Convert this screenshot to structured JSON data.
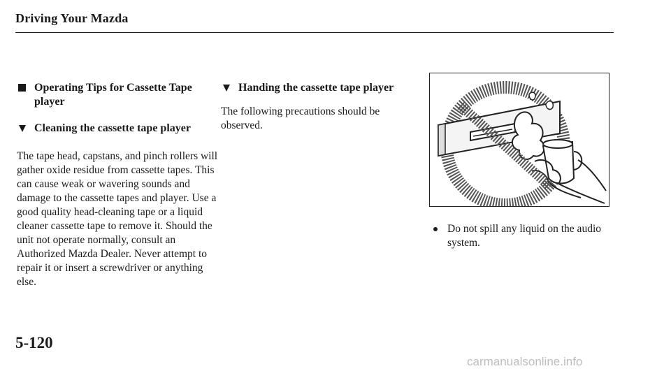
{
  "header": {
    "title": "Driving Your Mazda"
  },
  "column1": {
    "section_heading": "Operating Tips for Cassette Tape player",
    "subheading": "Cleaning the cassette tape player",
    "body": "The tape head, capstans, and pinch rollers will gather oxide residue from cassette tapes. This can cause weak or wavering sounds and damage to the cassette tapes and player. Use a good quality head-cleaning tape or a liquid cleaner cassette tape to remove it. Should the unit not operate normally, consult an Authorized Mazda Dealer. Never attempt to repair it or insert a screwdriver or anything else."
  },
  "column2": {
    "subheading": "Handing the cassette tape player",
    "body": "The following precautions should be observed."
  },
  "column3": {
    "bullet": "Do not spill any liquid on the audio system."
  },
  "footer": {
    "page_number": "5-120",
    "watermark": "carmanualsonline.info"
  }
}
